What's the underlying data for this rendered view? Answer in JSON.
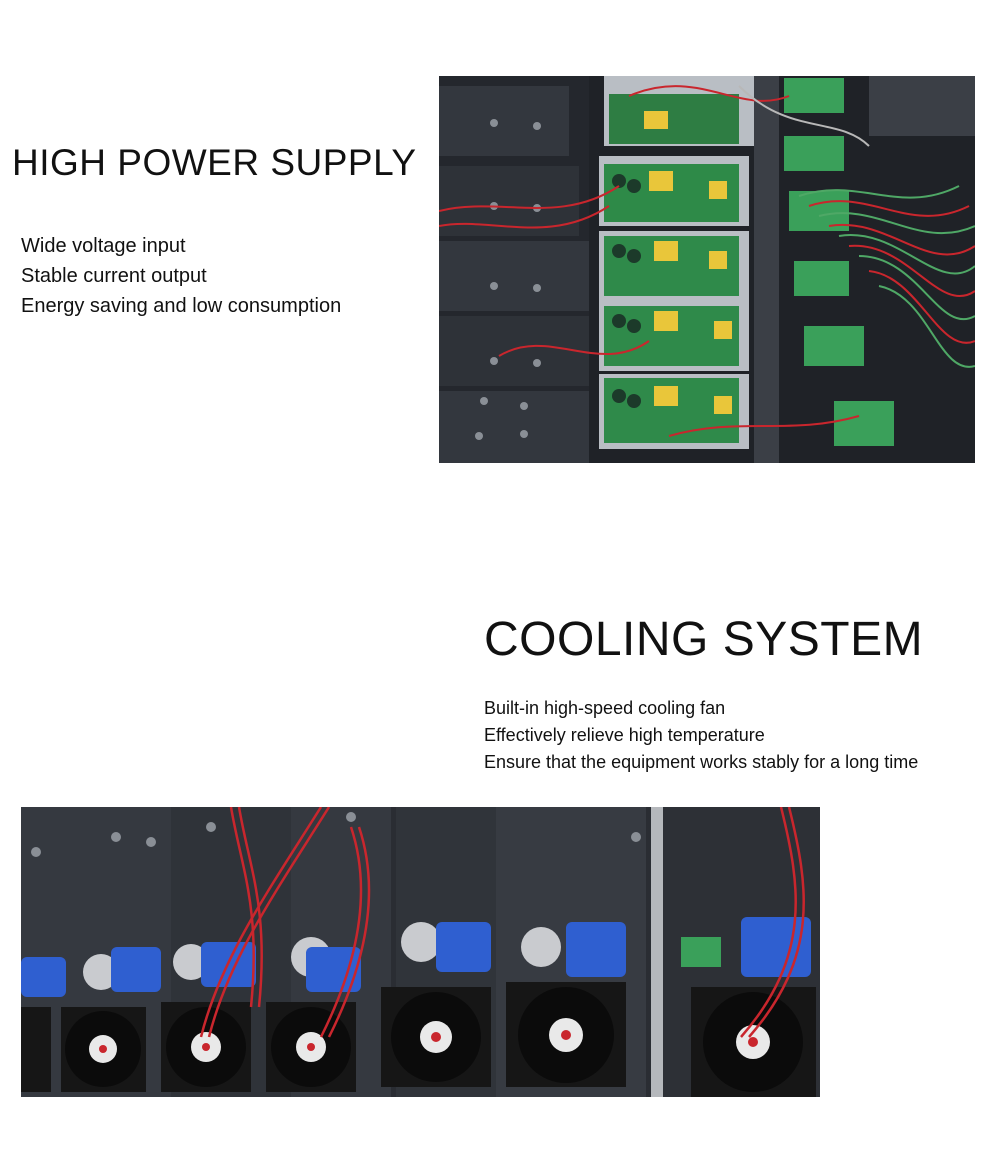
{
  "power": {
    "title": "HIGH POWER SUPPLY",
    "features": [
      "Wide voltage input",
      "Stable current output",
      "Energy saving and low consumption"
    ],
    "image_icon": "power-supply-boards-photo"
  },
  "cooling": {
    "title": "COOLING SYSTEM",
    "features": [
      "Built-in high-speed cooling fan",
      "Effectively relieve high temperature",
      "Ensure that the equipment works stably for a long time"
    ],
    "image_icon": "cooling-fans-photo"
  },
  "colors": {
    "text": "#111111",
    "chassis": "#2a2d33",
    "pcb": "#2f8a4a",
    "connector": "#2f5fd0",
    "wire_red": "#c9262d",
    "fan": "#161616"
  }
}
